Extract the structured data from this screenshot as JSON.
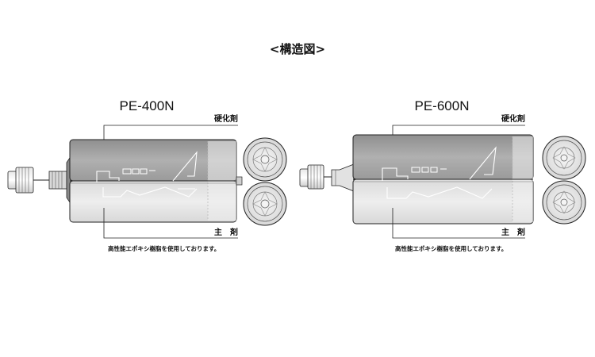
{
  "heading": "<構造図>",
  "products": [
    {
      "model": "PE-400N",
      "hardener_label": "硬化剤",
      "main_agent_label": "主　剤",
      "note": "高性能エポキシ樹脂を使用しております。"
    },
    {
      "model": "PE-600N",
      "hardener_label": "硬化剤",
      "main_agent_label": "主　剤",
      "note": "高性能エポキシ樹脂を使用しております。"
    }
  ],
  "colors": {
    "hardener_body": "#a5a5a5",
    "main_body": "#e6e6e6",
    "outline": "#222222"
  },
  "icons": [
    "mixing-nozzle-icon",
    "cartridge-icon",
    "cartridge-end-view-icon"
  ]
}
